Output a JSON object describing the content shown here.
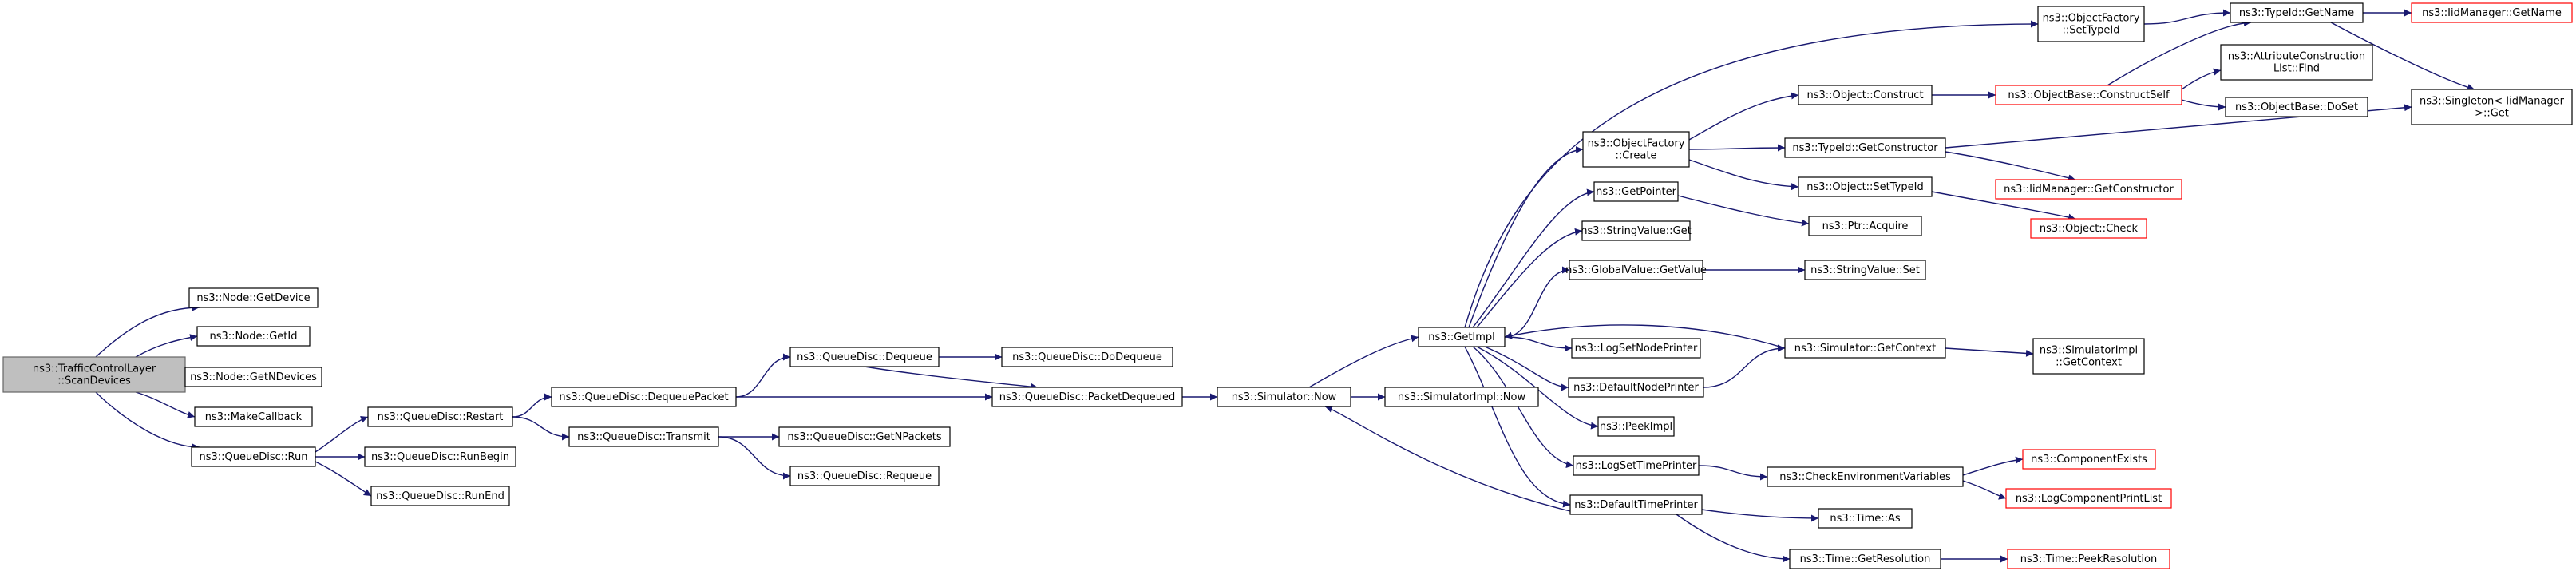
{
  "graph": {
    "title": "",
    "nodes": [
      {
        "id": "root",
        "lines": [
          "ns3::TrafficControlLayer",
          "::ScanDevices"
        ],
        "root": true
      },
      {
        "id": "getDevice",
        "lines": [
          "ns3::Node::GetDevice"
        ]
      },
      {
        "id": "getId",
        "lines": [
          "ns3::Node::GetId"
        ]
      },
      {
        "id": "getNDevices",
        "lines": [
          "ns3::Node::GetNDevices"
        ]
      },
      {
        "id": "makeCallback",
        "lines": [
          "ns3::MakeCallback"
        ]
      },
      {
        "id": "qdRun",
        "lines": [
          "ns3::QueueDisc::Run"
        ]
      },
      {
        "id": "qdRestart",
        "lines": [
          "ns3::QueueDisc::Restart"
        ]
      },
      {
        "id": "qdRunBegin",
        "lines": [
          "ns3::QueueDisc::RunBegin"
        ]
      },
      {
        "id": "qdRunEnd",
        "lines": [
          "ns3::QueueDisc::RunEnd"
        ]
      },
      {
        "id": "qdDequeuePacket",
        "lines": [
          "ns3::QueueDisc::DequeuePacket"
        ]
      },
      {
        "id": "qdTransmit",
        "lines": [
          "ns3::QueueDisc::Transmit"
        ]
      },
      {
        "id": "qdDequeue",
        "lines": [
          "ns3::QueueDisc::Dequeue"
        ]
      },
      {
        "id": "qdGetNPackets",
        "lines": [
          "ns3::QueueDisc::GetNPackets"
        ]
      },
      {
        "id": "qdRequeue",
        "lines": [
          "ns3::QueueDisc::Requeue"
        ]
      },
      {
        "id": "qdDoDequeue",
        "lines": [
          "ns3::QueueDisc::DoDequeue"
        ]
      },
      {
        "id": "qdPacketDequeued",
        "lines": [
          "ns3::QueueDisc::PacketDequeued"
        ]
      },
      {
        "id": "simNow",
        "lines": [
          "ns3::Simulator::Now"
        ]
      },
      {
        "id": "simImplNow",
        "lines": [
          "ns3::SimulatorImpl::Now"
        ]
      },
      {
        "id": "getImpl",
        "lines": [
          "ns3::GetImpl"
        ]
      },
      {
        "id": "objFactorySetTypeId",
        "lines": [
          "ns3::ObjectFactory",
          "::SetTypeId"
        ]
      },
      {
        "id": "objFactoryCreate",
        "lines": [
          "ns3::ObjectFactory",
          "::Create"
        ]
      },
      {
        "id": "getPointer",
        "lines": [
          "ns3::GetPointer"
        ]
      },
      {
        "id": "stringValueGet",
        "lines": [
          "ns3::StringValue::Get"
        ]
      },
      {
        "id": "globalValueGetValue",
        "lines": [
          "ns3::GlobalValue::GetValue"
        ]
      },
      {
        "id": "logSetNodePrinter",
        "lines": [
          "ns3::LogSetNodePrinter"
        ]
      },
      {
        "id": "defaultNodePrinter",
        "lines": [
          "ns3::DefaultNodePrinter"
        ]
      },
      {
        "id": "peekImpl",
        "lines": [
          "ns3::PeekImpl"
        ]
      },
      {
        "id": "logSetTimePrinter",
        "lines": [
          "ns3::LogSetTimePrinter"
        ]
      },
      {
        "id": "defaultTimePrinter",
        "lines": [
          "ns3::DefaultTimePrinter"
        ]
      },
      {
        "id": "objectConstruct",
        "lines": [
          "ns3::Object::Construct"
        ]
      },
      {
        "id": "typeIdGetConstructor",
        "lines": [
          "ns3::TypeId::GetConstructor"
        ]
      },
      {
        "id": "objectSetTypeId",
        "lines": [
          "ns3::Object::SetTypeId"
        ]
      },
      {
        "id": "ptrAcquire",
        "lines": [
          "ns3::Ptr::Acquire"
        ]
      },
      {
        "id": "stringValueSet",
        "lines": [
          "ns3::StringValue::Set"
        ]
      },
      {
        "id": "simGetContext",
        "lines": [
          "ns3::Simulator::GetContext"
        ]
      },
      {
        "id": "checkEnvVars",
        "lines": [
          "ns3::CheckEnvironmentVariables"
        ]
      },
      {
        "id": "timeAs",
        "lines": [
          "ns3::Time::As"
        ]
      },
      {
        "id": "timeGetResolution",
        "lines": [
          "ns3::Time::GetResolution"
        ]
      },
      {
        "id": "typeIdGetName",
        "lines": [
          "ns3::TypeId::GetName"
        ]
      },
      {
        "id": "objBaseConstructSelf",
        "lines": [
          "ns3::ObjectBase::ConstructSelf"
        ],
        "truncated": true
      },
      {
        "id": "iidGetConstructor",
        "lines": [
          "ns3::IidManager::GetConstructor"
        ],
        "truncated": true
      },
      {
        "id": "objectCheck",
        "lines": [
          "ns3::Object::Check"
        ],
        "truncated": true
      },
      {
        "id": "simImplGetContext",
        "lines": [
          "ns3::SimulatorImpl",
          "::GetContext"
        ]
      },
      {
        "id": "componentExists",
        "lines": [
          "ns3::ComponentExists"
        ],
        "truncated": true
      },
      {
        "id": "logComponentPrintList",
        "lines": [
          "ns3::LogComponentPrintList"
        ],
        "truncated": true
      },
      {
        "id": "timePeekResolution",
        "lines": [
          "ns3::Time::PeekResolution"
        ],
        "truncated": true
      },
      {
        "id": "iidGetName",
        "lines": [
          "ns3::IidManager::GetName"
        ],
        "truncated": true
      },
      {
        "id": "attrConstructionListFind",
        "lines": [
          "ns3::AttributeConstruction",
          "List::Find"
        ]
      },
      {
        "id": "objBaseDoSet",
        "lines": [
          "ns3::ObjectBase::DoSet"
        ]
      },
      {
        "id": "singletonGet",
        "lines": [
          "ns3::Singleton< IidManager",
          ">::Get"
        ]
      }
    ],
    "edges": [
      [
        "root",
        "getDevice"
      ],
      [
        "root",
        "getId"
      ],
      [
        "root",
        "getNDevices"
      ],
      [
        "root",
        "makeCallback"
      ],
      [
        "root",
        "qdRun"
      ],
      [
        "qdRun",
        "qdRestart"
      ],
      [
        "qdRun",
        "qdRunBegin"
      ],
      [
        "qdRun",
        "qdRunEnd"
      ],
      [
        "qdRestart",
        "qdDequeuePacket"
      ],
      [
        "qdRestart",
        "qdTransmit"
      ],
      [
        "qdDequeuePacket",
        "qdDequeue"
      ],
      [
        "qdDequeuePacket",
        "qdPacketDequeued"
      ],
      [
        "qdTransmit",
        "qdGetNPackets"
      ],
      [
        "qdTransmit",
        "qdRequeue"
      ],
      [
        "qdDequeue",
        "qdDoDequeue"
      ],
      [
        "qdDequeue",
        "qdPacketDequeued"
      ],
      [
        "qdPacketDequeued",
        "simNow"
      ],
      [
        "simNow",
        "simImplNow"
      ],
      [
        "simNow",
        "getImpl"
      ],
      [
        "getImpl",
        "objFactorySetTypeId"
      ],
      [
        "getImpl",
        "objFactoryCreate"
      ],
      [
        "getImpl",
        "getPointer"
      ],
      [
        "getImpl",
        "stringValueGet"
      ],
      [
        "getImpl",
        "globalValueGetValue"
      ],
      [
        "getImpl",
        "logSetNodePrinter"
      ],
      [
        "getImpl",
        "defaultNodePrinter"
      ],
      [
        "getImpl",
        "peekImpl"
      ],
      [
        "getImpl",
        "logSetTimePrinter"
      ],
      [
        "getImpl",
        "defaultTimePrinter"
      ],
      [
        "objFactorySetTypeId",
        "typeIdGetName"
      ],
      [
        "objFactoryCreate",
        "objectConstruct"
      ],
      [
        "objFactoryCreate",
        "typeIdGetConstructor"
      ],
      [
        "objFactoryCreate",
        "objectSetTypeId"
      ],
      [
        "objectConstruct",
        "objBaseConstructSelf"
      ],
      [
        "objBaseConstructSelf",
        "typeIdGetName"
      ],
      [
        "objBaseConstructSelf",
        "attrConstructionListFind"
      ],
      [
        "objBaseConstructSelf",
        "objBaseDoSet"
      ],
      [
        "typeIdGetName",
        "iidGetName"
      ],
      [
        "typeIdGetName",
        "singletonGet"
      ],
      [
        "typeIdGetConstructor",
        "iidGetConstructor"
      ],
      [
        "typeIdGetConstructor",
        "singletonGet"
      ],
      [
        "objectSetTypeId",
        "objectCheck"
      ],
      [
        "getPointer",
        "ptrAcquire"
      ],
      [
        "globalValueGetValue",
        "stringValueSet"
      ],
      [
        "defaultNodePrinter",
        "simGetContext"
      ],
      [
        "simGetContext",
        "getImpl"
      ],
      [
        "simGetContext",
        "simImplGetContext"
      ],
      [
        "logSetTimePrinter",
        "checkEnvVars"
      ],
      [
        "checkEnvVars",
        "componentExists"
      ],
      [
        "checkEnvVars",
        "logComponentPrintList"
      ],
      [
        "defaultTimePrinter",
        "simNow"
      ],
      [
        "defaultTimePrinter",
        "timeAs"
      ],
      [
        "defaultTimePrinter",
        "timeGetResolution"
      ],
      [
        "timeGetResolution",
        "timePeekResolution"
      ]
    ]
  },
  "colors": {
    "edge": "#191970",
    "node_border": "#000000",
    "truncated_border": "#ff0000",
    "root_fill": "#bfbfbf",
    "node_fill": "#ffffff"
  }
}
